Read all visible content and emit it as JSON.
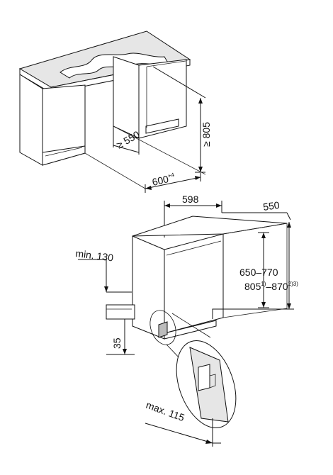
{
  "top_view": {
    "height_label": "≥ 805",
    "depth_label": "≥ 550",
    "width_label": "600",
    "width_tolerance": "+4"
  },
  "bottom_view": {
    "width_label": "598",
    "depth_label": "550",
    "height_range_label": "650–770",
    "total_height_label": "805",
    "total_height_sup1": "1)",
    "total_height_sep": "–",
    "total_height_end": "870",
    "total_height_sup2": "2)3)",
    "plinth_offset_label": "min. 130",
    "plinth_height_label": "35",
    "max_label": "max. 115"
  },
  "colors": {
    "line": "#111111",
    "worktop": "#e6e6e6",
    "shadow": "#bdbdbd"
  }
}
